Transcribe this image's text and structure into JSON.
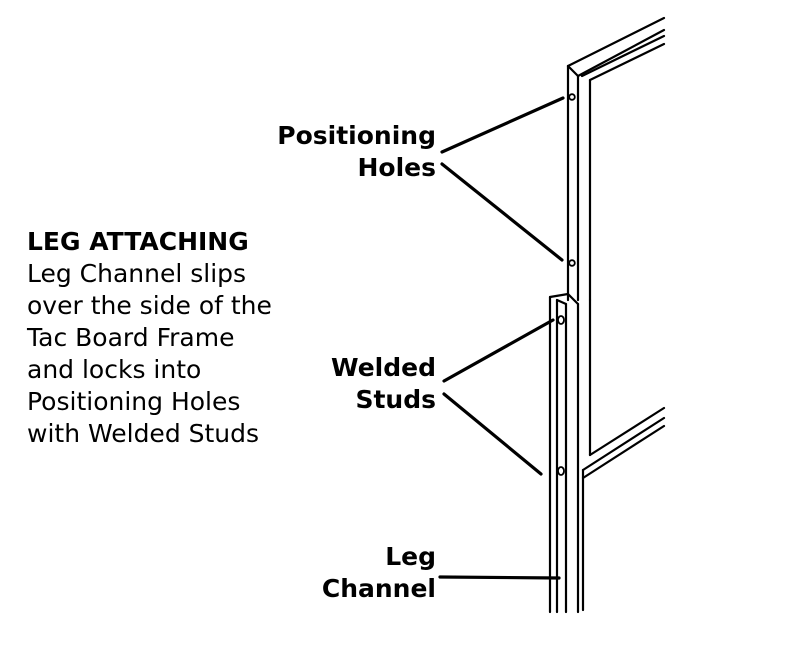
{
  "description": {
    "title": "LEG ATTACHING",
    "lines": [
      "Leg Channel slips",
      "over the side of the",
      "Tac Board Frame",
      "and locks into",
      "Positioning Holes",
      "with Welded Studs"
    ]
  },
  "callouts": {
    "positioning_holes": [
      "Positioning",
      "Holes"
    ],
    "welded_studs": [
      "Welded",
      "Studs"
    ],
    "leg_channel": [
      "Leg",
      "Channel"
    ]
  }
}
